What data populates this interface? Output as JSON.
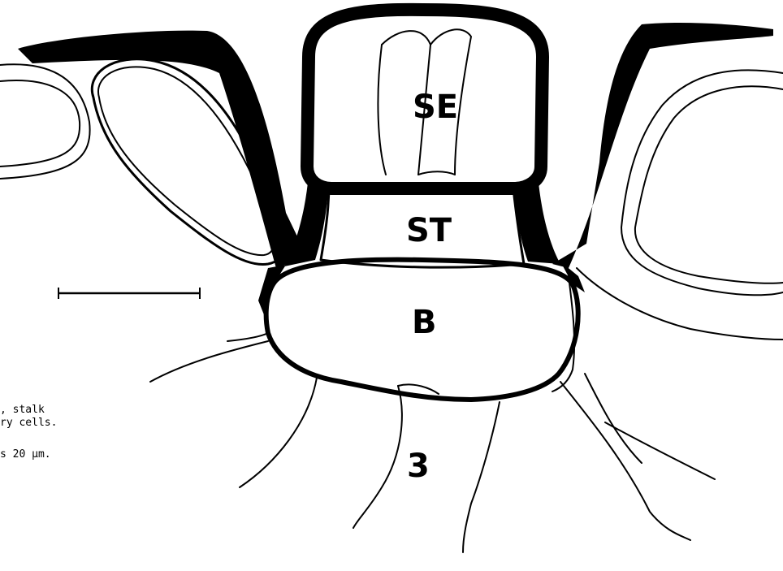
{
  "labels": {
    "secretory": "SE",
    "stalk": "ST",
    "basal": "B",
    "figure_number": "3"
  },
  "caption": {
    "line1": ", stalk",
    "line2": "ry cells.",
    "line3": "s 20 µm."
  },
  "colors": {
    "ink": "#000000",
    "paper": "#ffffff"
  }
}
